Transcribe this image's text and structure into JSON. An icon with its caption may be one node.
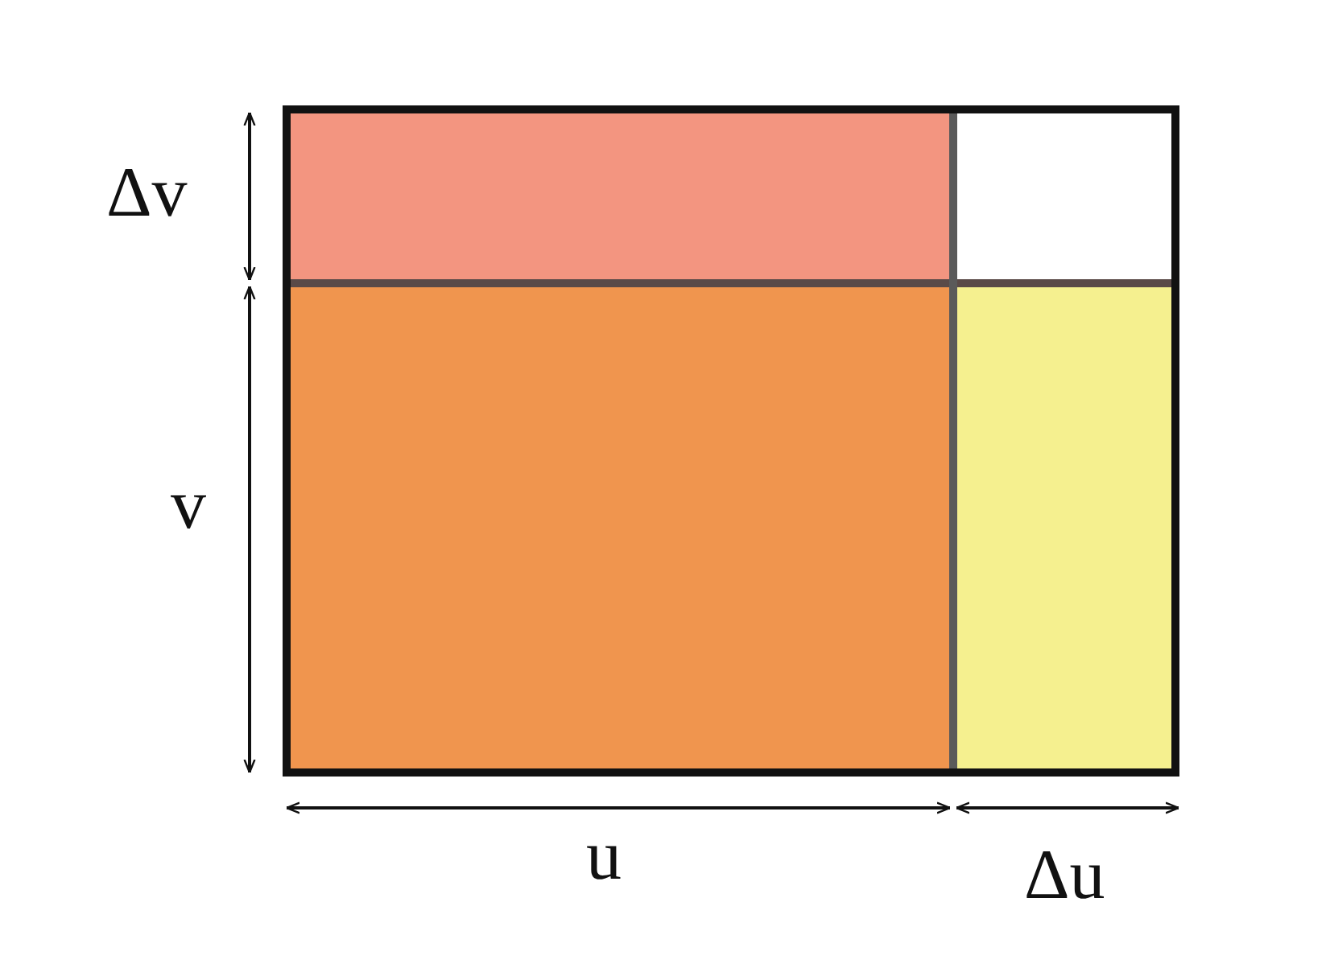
{
  "diagram": {
    "labels": [
      "Δv",
      "v",
      "u",
      "Δu"
    ]
  }
}
